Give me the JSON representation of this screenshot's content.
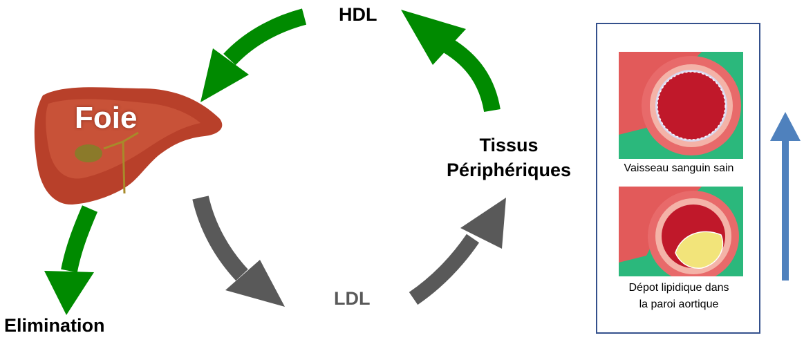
{
  "labels": {
    "hdl": "HDL",
    "ldl": "LDL",
    "tissus_line1": "Tissus",
    "tissus_line2": "Périphériques",
    "foie": "Foie",
    "elimination": "Elimination"
  },
  "panel": {
    "healthy_caption": "Vaisseau sanguin sain",
    "plaque_caption_line1": "Dépot lipidique dans",
    "plaque_caption_line2": "la paroi aortique"
  },
  "colors": {
    "hdl_arrow": "#008a00",
    "ldl_arrow": "#595959",
    "progression_arrow": "#4f81bd",
    "panel_border": "#34508c",
    "liver": "#b8402a",
    "vessel_background": "#2bb87c",
    "artery_wall": "#e25a5a",
    "plaque": "#f2e47a"
  },
  "icons": {
    "liver": "liver-illustration",
    "healthy_vessel": "healthy-artery-cross-section",
    "plaque_vessel": "plaque-artery-cross-section"
  }
}
